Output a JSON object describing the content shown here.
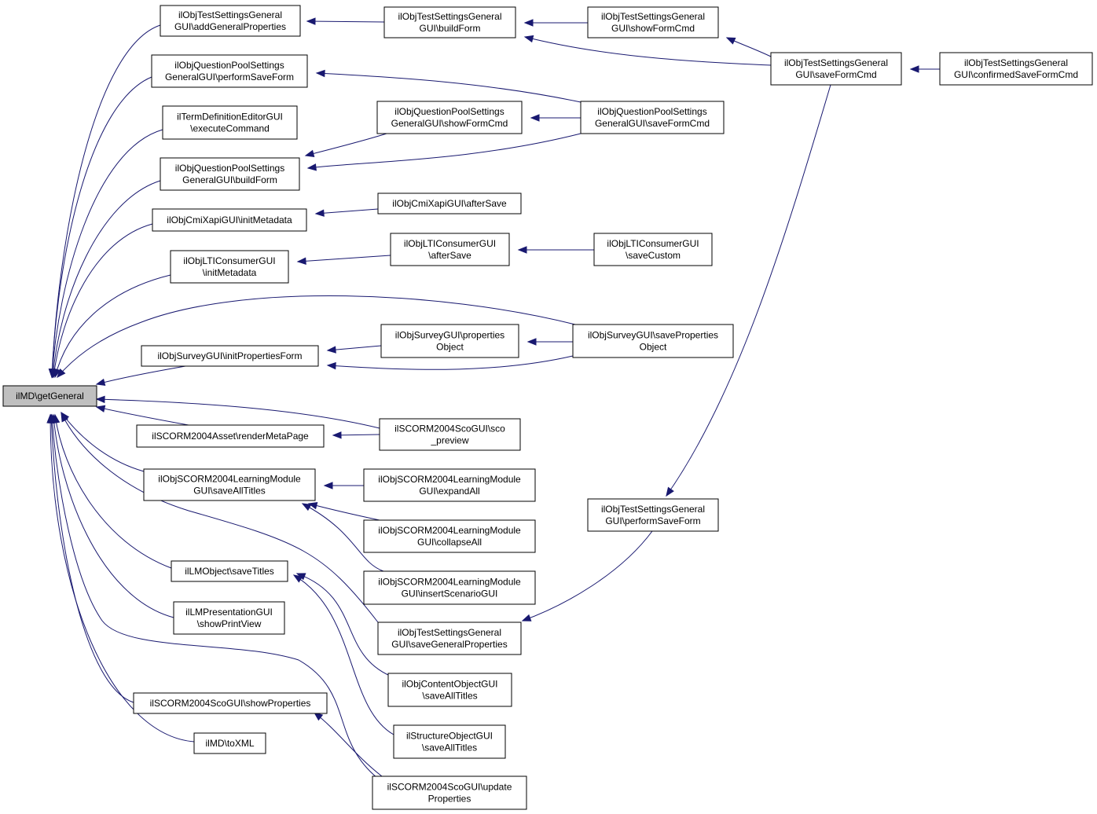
{
  "root": {
    "label": "ilMD\\getGeneral",
    "lines": [
      "ilMD\\getGeneral"
    ]
  },
  "nodes": [
    {
      "key": "addGeneralProperties",
      "lines": [
        "ilObjTestSettingsGeneral",
        "GUI\\addGeneralProperties"
      ]
    },
    {
      "key": "qpPerformSaveForm",
      "lines": [
        "ilObjQuestionPoolSettings",
        "GeneralGUI\\performSaveForm"
      ]
    },
    {
      "key": "termExecuteCommand",
      "lines": [
        "ilTermDefinitionEditorGUI",
        "\\executeCommand"
      ]
    },
    {
      "key": "qpBuildForm",
      "lines": [
        "ilObjQuestionPoolSettings",
        "GeneralGUI\\buildForm"
      ]
    },
    {
      "key": "cmiInitMetadata",
      "lines": [
        "ilObjCmiXapiGUI\\initMetadata"
      ]
    },
    {
      "key": "ltiInitMetadata",
      "lines": [
        "ilObjLTIConsumerGUI",
        "\\initMetadata"
      ]
    },
    {
      "key": "surveyInitPropertiesForm",
      "lines": [
        "ilObjSurveyGUI\\initPropertiesForm"
      ]
    },
    {
      "key": "scormRenderMetaPage",
      "lines": [
        "ilSCORM2004Asset\\renderMetaPage"
      ]
    },
    {
      "key": "lmSaveAllTitles",
      "lines": [
        "ilObjSCORM2004LearningModule",
        "GUI\\saveAllTitles"
      ]
    },
    {
      "key": "lmObjectSaveTitles",
      "lines": [
        "ilLMObject\\saveTitles"
      ]
    },
    {
      "key": "lmShowPrintView",
      "lines": [
        "ilLMPresentationGUI",
        "\\showPrintView"
      ]
    },
    {
      "key": "scoShowProperties",
      "lines": [
        "ilSCORM2004ScoGUI\\showProperties"
      ]
    },
    {
      "key": "mdToXML",
      "lines": [
        "ilMD\\toXML"
      ]
    },
    {
      "key": "testBuildForm",
      "lines": [
        "ilObjTestSettingsGeneral",
        "GUI\\buildForm"
      ]
    },
    {
      "key": "qpShowFormCmd",
      "lines": [
        "ilObjQuestionPoolSettings",
        "GeneralGUI\\showFormCmd"
      ]
    },
    {
      "key": "cmiAfterSave",
      "lines": [
        "ilObjCmiXapiGUI\\afterSave"
      ]
    },
    {
      "key": "ltiAfterSave",
      "lines": [
        "ilObjLTIConsumerGUI",
        "\\afterSave"
      ]
    },
    {
      "key": "surveyPropertiesObject",
      "lines": [
        "ilObjSurveyGUI\\properties",
        "Object"
      ]
    },
    {
      "key": "scoPreview",
      "lines": [
        "ilSCORM2004ScoGUI\\sco",
        "_preview"
      ]
    },
    {
      "key": "lmExpandAll",
      "lines": [
        "ilObjSCORM2004LearningModule",
        "GUI\\expandAll"
      ]
    },
    {
      "key": "lmCollapseAll",
      "lines": [
        "ilObjSCORM2004LearningModule",
        "GUI\\collapseAll"
      ]
    },
    {
      "key": "lmInsertScenarioGUI",
      "lines": [
        "ilObjSCORM2004LearningModule",
        "GUI\\insertScenarioGUI"
      ]
    },
    {
      "key": "testSaveGeneralProperties",
      "lines": [
        "ilObjTestSettingsGeneral",
        "GUI\\saveGeneralProperties"
      ]
    },
    {
      "key": "contentSaveAllTitles",
      "lines": [
        "ilObjContentObjectGUI",
        "\\saveAllTitles"
      ]
    },
    {
      "key": "structureSaveAllTitles",
      "lines": [
        "ilStructureObjectGUI",
        "\\saveAllTitles"
      ]
    },
    {
      "key": "scoUpdateProperties",
      "lines": [
        "ilSCORM2004ScoGUI\\update",
        "Properties"
      ]
    },
    {
      "key": "testShowFormCmd",
      "lines": [
        "ilObjTestSettingsGeneral",
        "GUI\\showFormCmd"
      ]
    },
    {
      "key": "qpSaveFormCmd",
      "lines": [
        "ilObjQuestionPoolSettings",
        "GeneralGUI\\saveFormCmd"
      ]
    },
    {
      "key": "ltiSaveCustom",
      "lines": [
        "ilObjLTIConsumerGUI",
        "\\saveCustom"
      ]
    },
    {
      "key": "surveySavePropertiesObject",
      "lines": [
        "ilObjSurveyGUI\\saveProperties",
        "Object"
      ]
    },
    {
      "key": "testPerformSaveForm",
      "lines": [
        "ilObjTestSettingsGeneral",
        "GUI\\performSaveForm"
      ]
    },
    {
      "key": "testSaveFormCmd",
      "lines": [
        "ilObjTestSettingsGeneral",
        "GUI\\saveFormCmd"
      ]
    },
    {
      "key": "testConfirmedSaveFormCmd",
      "lines": [
        "ilObjTestSettingsGeneral",
        "GUI\\confirmedSaveFormCmd"
      ]
    }
  ],
  "edges": [
    {
      "from": "addGeneralProperties",
      "to": "root"
    },
    {
      "from": "qpPerformSaveForm",
      "to": "root"
    },
    {
      "from": "termExecuteCommand",
      "to": "root"
    },
    {
      "from": "qpBuildForm",
      "to": "root"
    },
    {
      "from": "cmiInitMetadata",
      "to": "root"
    },
    {
      "from": "ltiInitMetadata",
      "to": "root"
    },
    {
      "from": "surveyInitPropertiesForm",
      "to": "root"
    },
    {
      "from": "scormRenderMetaPage",
      "to": "root"
    },
    {
      "from": "lmSaveAllTitles",
      "to": "root"
    },
    {
      "from": "lmObjectSaveTitles",
      "to": "root"
    },
    {
      "from": "lmShowPrintView",
      "to": "root"
    },
    {
      "from": "scoShowProperties",
      "to": "root"
    },
    {
      "from": "mdToXML",
      "to": "root"
    },
    {
      "from": "surveySavePropertiesObject",
      "to": "root"
    },
    {
      "from": "scoPreview",
      "to": "root"
    },
    {
      "from": "testSaveGeneralProperties",
      "to": "root"
    },
    {
      "from": "scoUpdateProperties",
      "to": "root"
    },
    {
      "from": "testBuildForm",
      "to": "addGeneralProperties"
    },
    {
      "from": "qpSaveFormCmd",
      "to": "qpPerformSaveForm"
    },
    {
      "from": "qpShowFormCmd",
      "to": "qpBuildForm"
    },
    {
      "from": "qpSaveFormCmd",
      "to": "qpBuildForm"
    },
    {
      "from": "cmiAfterSave",
      "to": "cmiInitMetadata"
    },
    {
      "from": "ltiAfterSave",
      "to": "ltiInitMetadata"
    },
    {
      "from": "surveyPropertiesObject",
      "to": "surveyInitPropertiesForm"
    },
    {
      "from": "surveySavePropertiesObject",
      "to": "surveyInitPropertiesForm"
    },
    {
      "from": "scoPreview",
      "to": "scormRenderMetaPage"
    },
    {
      "from": "lmExpandAll",
      "to": "lmSaveAllTitles"
    },
    {
      "from": "lmCollapseAll",
      "to": "lmSaveAllTitles"
    },
    {
      "from": "lmInsertScenarioGUI",
      "to": "lmSaveAllTitles"
    },
    {
      "from": "contentSaveAllTitles",
      "to": "lmObjectSaveTitles"
    },
    {
      "from": "structureSaveAllTitles",
      "to": "lmObjectSaveTitles"
    },
    {
      "from": "scoUpdateProperties",
      "to": "scoShowProperties"
    },
    {
      "from": "testShowFormCmd",
      "to": "testBuildForm"
    },
    {
      "from": "testSaveFormCmd",
      "to": "testBuildForm"
    },
    {
      "from": "qpSaveFormCmd",
      "to": "qpShowFormCmd"
    },
    {
      "from": "ltiSaveCustom",
      "to": "ltiAfterSave"
    },
    {
      "from": "surveySavePropertiesObject",
      "to": "surveyPropertiesObject"
    },
    {
      "from": "testPerformSaveForm",
      "to": "testSaveGeneralProperties"
    },
    {
      "from": "testSaveFormCmd",
      "to": "testShowFormCmd"
    },
    {
      "from": "testSaveFormCmd",
      "to": "testPerformSaveForm"
    },
    {
      "from": "testConfirmedSaveFormCmd",
      "to": "testSaveFormCmd"
    }
  ],
  "colors": {
    "edge": "#191970",
    "root_fill": "#bfbfbf",
    "node_fill": "#ffffff",
    "border": "#000000"
  }
}
